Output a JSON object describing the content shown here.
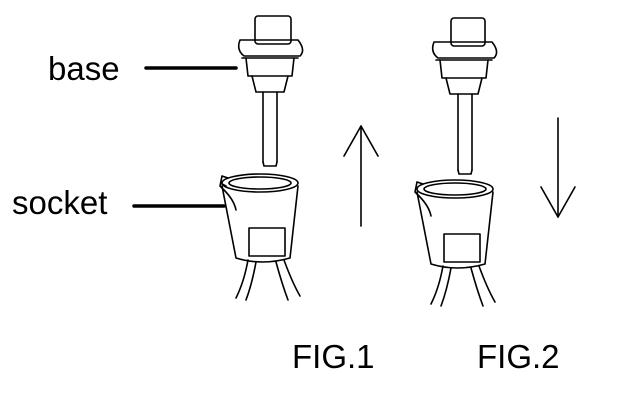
{
  "labels": {
    "base": "base",
    "socket": "socket"
  },
  "figures": [
    {
      "caption": "FIG.1",
      "arrow_direction": "up"
    },
    {
      "caption": "FIG.2",
      "arrow_direction": "down"
    }
  ],
  "colors": {
    "ink": "#000000",
    "background": "#ffffff"
  }
}
